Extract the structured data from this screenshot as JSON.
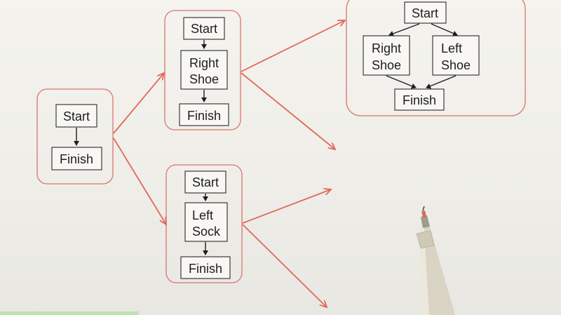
{
  "colors": {
    "paper": "#f4f3ee",
    "group_border": "#d9756c",
    "flow_arrow": "#e2685a",
    "node_border": "#2b2b2b",
    "text": "#1e1e1e"
  },
  "icons": [
    "pen-icon"
  ],
  "diagram": {
    "root": {
      "start": "Start",
      "finish": "Finish"
    },
    "branch_right_shoe": {
      "start": "Start",
      "step": [
        "Right",
        "Shoe"
      ],
      "finish": "Finish"
    },
    "branch_left_sock": {
      "start": "Start",
      "step": [
        "Left",
        "Sock"
      ],
      "finish": "Finish"
    },
    "merged": {
      "start": "Start",
      "step_a": [
        "Right",
        "Shoe"
      ],
      "step_b": [
        "Left",
        "Shoe"
      ],
      "finish": "Finish"
    }
  }
}
